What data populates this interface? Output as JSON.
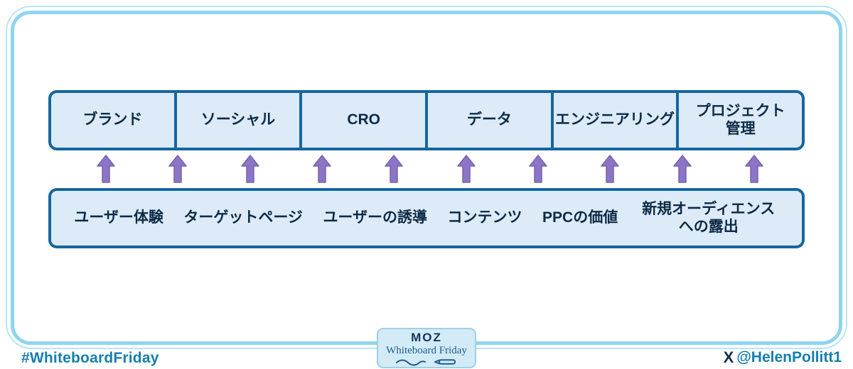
{
  "top_row": {
    "labels": [
      "ブランド",
      "ソーシャル",
      "CRO",
      "データ",
      "エンジニアリング",
      "プロジェクト管理"
    ]
  },
  "bottom_box": {
    "labels": [
      "ユーザー体験",
      "ターゲットページ",
      "ユーザーの誘導",
      "コンテンツ",
      "PPCの価値",
      "新規オーディエンスへの露出"
    ]
  },
  "arrows": {
    "count": 10,
    "direction": "up",
    "fill_color": "#8b75c5",
    "stroke_color": "#7a60b3"
  },
  "badge": {
    "brand": "MOZ",
    "series": "Whiteboard Friday"
  },
  "footer": {
    "hashtag": "#WhiteboardFriday",
    "x_logo": "X",
    "handle": "@HelenPollitt1"
  },
  "colors": {
    "box_fill": "#dcebf7",
    "box_border": "#15669e",
    "box_text": "#0d2b47",
    "frame_light_blue": "#8fd4f1",
    "footer_text": "#157fae",
    "arrow_purple": "#8b75c5"
  }
}
